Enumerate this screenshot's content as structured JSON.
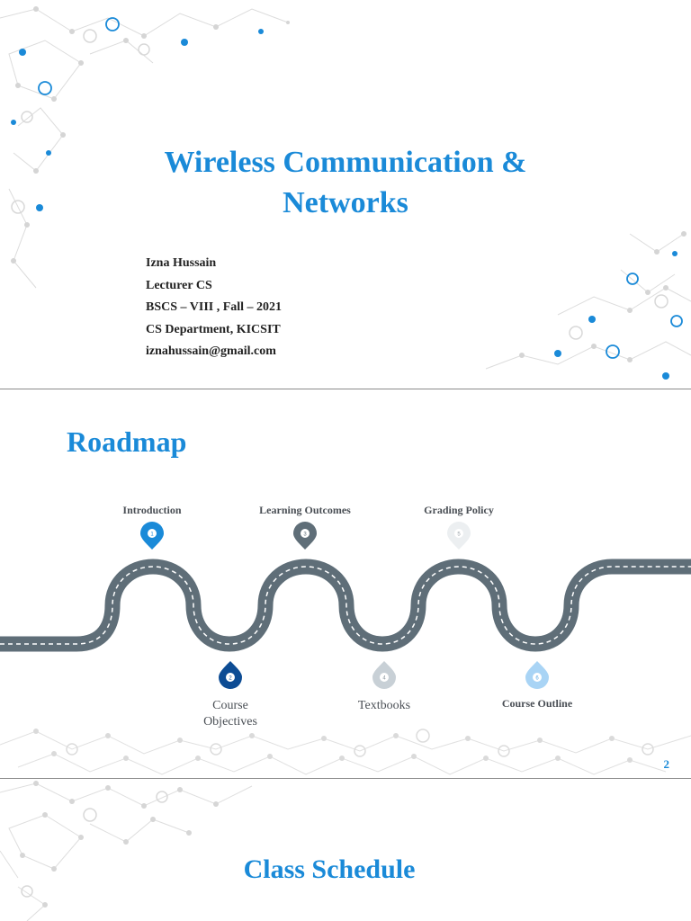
{
  "slide1": {
    "title": "Wireless Communication & Networks",
    "title_line1": "Wireless Communication &",
    "title_line2": "Networks",
    "lines": [
      "Izna Hussain",
      "Lecturer CS",
      "BSCS – VIII , Fall – 2021",
      "CS Department, KICSIT",
      "iznahussain@gmail.com"
    ]
  },
  "slide2": {
    "title": "Roadmap",
    "milestones": [
      {
        "label": "Introduction",
        "number": "1"
      },
      {
        "label": "Course Objectives",
        "number": "2"
      },
      {
        "label": "Learning Outcomes",
        "number": "3"
      },
      {
        "label": "Textbooks",
        "number": "4"
      },
      {
        "label": "Grading Policy",
        "number": "5"
      },
      {
        "label": "Course Outline",
        "number": "6"
      }
    ],
    "course_line1": "Course",
    "course_line2": "Objectives",
    "page_number": "2"
  },
  "slide3": {
    "title": "Class Schedule"
  },
  "colors": {
    "accent": "#1a8ad8",
    "road": "#5f6e78",
    "pin_dark": "#0d4c94",
    "pin_light": "#c8d0d6",
    "pin_pale": "#eceff1",
    "pin_sky": "#a9d4f5"
  }
}
